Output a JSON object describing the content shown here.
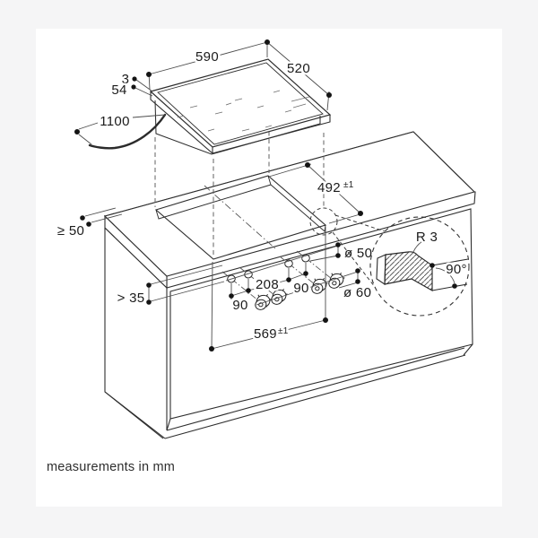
{
  "page": {
    "background": "#f5f5f6",
    "canvas_background": "#ffffff",
    "footnote": "measurements in mm"
  },
  "diagram": {
    "subject": "cooktop-installation-drawing",
    "line_color": "#2e2e2e",
    "dim_line_color": "#4d4d4d"
  },
  "dimensions": {
    "cooktop_width": "590",
    "cooktop_depth": "520",
    "glass_above_worktop": "3",
    "built_in_height": "54",
    "cable_length": "1100",
    "cutout_depth": "492",
    "cutout_depth_tolerance": "±1",
    "rear_clearance": "≥ 50",
    "front_clearance": "> 35",
    "knob_spacing_left": "90",
    "knob_group_spacing": "208",
    "knob_spacing_right": "90",
    "knob_hole_diameter": "ø 50",
    "knob_diameter": "ø 60",
    "cutout_width": "569",
    "cutout_width_tolerance": "±1",
    "edge_radius": "R 3",
    "edge_angle": "90°"
  }
}
